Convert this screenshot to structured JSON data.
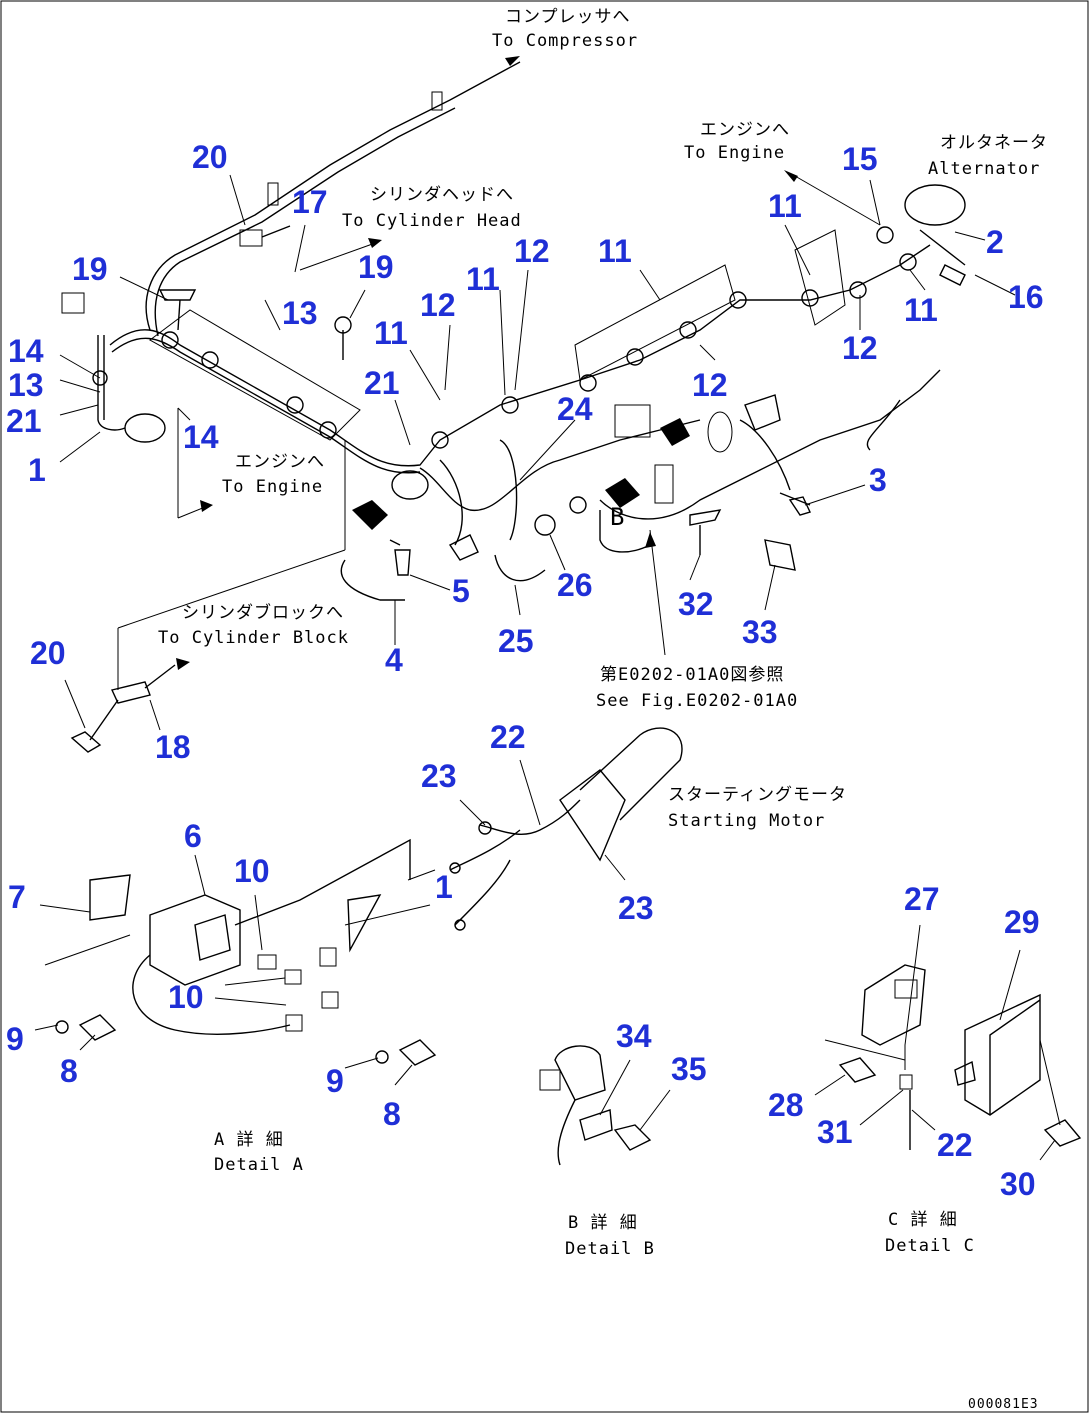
{
  "figure_id": "000081E3",
  "notes": {
    "compressor_jp": "コンプレッサへ",
    "compressor_en": "To Compressor",
    "cyl_head_jp": "シリンダヘッドへ",
    "cyl_head_en": "To Cylinder Head",
    "engine_top_jp": "エンジンへ",
    "engine_top_en": "To Engine",
    "alternator_jp": "オルタネータ",
    "alternator_en": "Alternator",
    "engine_left_jp": "エンジンへ",
    "engine_left_en": "To Engine",
    "cyl_block_jp": "シリンダブロックへ",
    "cyl_block_en": "To Cylinder Block",
    "see_fig_jp": "第E0202-01A0図参照",
    "see_fig_en": "See Fig.E0202-01A0",
    "starting_motor_jp": "スターティングモータ",
    "starting_motor_en": "Starting Motor",
    "detail_a_jp": "A 詳 細",
    "detail_a_en": "Detail A",
    "detail_b_jp": "B 詳 細",
    "detail_b_en": "Detail B",
    "detail_c_jp": "C 詳 細",
    "detail_c_en": "Detail C",
    "view_b": "B"
  },
  "callouts": {
    "c20a": "20",
    "c17": "17",
    "c19a": "19",
    "c19b": "19",
    "c13a": "13",
    "c14a": "14",
    "c13b": "13",
    "c21a": "21",
    "c1a": "1",
    "c14b": "14",
    "c11a": "11",
    "c12a": "12",
    "c21b": "21",
    "c11b": "11",
    "c12b": "12",
    "c24": "24",
    "c11c": "11",
    "c12c": "12",
    "c15": "15",
    "c11d": "11",
    "c2": "2",
    "c16": "16",
    "c11e": "11",
    "c12d": "12",
    "c3": "3",
    "c5": "5",
    "c26": "26",
    "c4": "4",
    "c25": "25",
    "c32": "32",
    "c33": "33",
    "c20b": "20",
    "c18": "18",
    "c22a": "22",
    "c23a": "23",
    "c23b": "23",
    "c6": "6",
    "c7": "7",
    "c10a": "10",
    "c1b": "1",
    "c10b": "10",
    "c9a": "9",
    "c8a": "8",
    "c9b": "9",
    "c8b": "8",
    "c34": "34",
    "c35": "35",
    "c27": "27",
    "c29": "29",
    "c28": "28",
    "c31": "31",
    "c22b": "22",
    "c30": "30"
  },
  "colors": {
    "callout": "#1f2fd6",
    "line": "#000000",
    "background": "#ffffff"
  }
}
